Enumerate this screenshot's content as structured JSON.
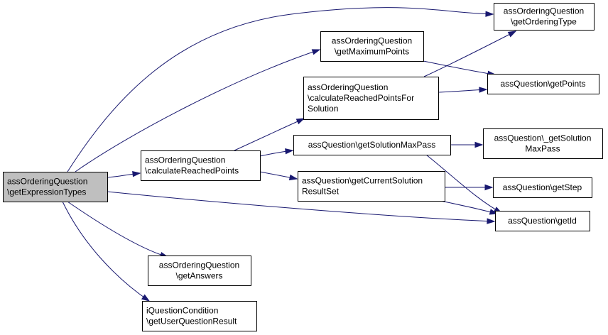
{
  "colors": {
    "edge": "#191970",
    "root_fill": "#bfbfbf",
    "node_fill": "#ffffff",
    "node_border": "#000000"
  },
  "nodes": {
    "root": {
      "lines": [
        "assOrderingQuestion",
        "\\getExpressionTypes"
      ]
    },
    "orderingType": {
      "lines": [
        "assOrderingQuestion",
        "\\getOrderingType"
      ]
    },
    "maxPoints": {
      "lines": [
        "assOrderingQuestion",
        "\\getMaximumPoints"
      ]
    },
    "calcForSol": {
      "lines": [
        "assOrderingQuestion",
        "\\calculateReachedPointsFor",
        "Solution"
      ]
    },
    "getPoints": {
      "lines": [
        "assQuestion\\getPoints"
      ]
    },
    "calcReached": {
      "lines": [
        "assOrderingQuestion",
        "\\calculateReachedPoints"
      ]
    },
    "solMaxPass": {
      "lines": [
        "assQuestion\\getSolutionMaxPass"
      ]
    },
    "uSolMaxPass": {
      "lines": [
        "assQuestion\\_getSolution",
        "MaxPass"
      ]
    },
    "curSolution": {
      "lines": [
        "assQuestion\\getCurrentSolution",
        "ResultSet"
      ]
    },
    "getStep": {
      "lines": [
        "assQuestion\\getStep"
      ]
    },
    "getId": {
      "lines": [
        "assQuestion\\getId"
      ]
    },
    "getAnswers": {
      "lines": [
        "assOrderingQuestion",
        "\\getAnswers"
      ]
    },
    "userResult": {
      "lines": [
        "iQuestionCondition",
        "\\getUserQuestionResult"
      ]
    }
  },
  "edges": [
    [
      "root",
      "orderingType"
    ],
    [
      "root",
      "maxPoints"
    ],
    [
      "root",
      "calcReached"
    ],
    [
      "root",
      "getId"
    ],
    [
      "root",
      "getAnswers"
    ],
    [
      "root",
      "userResult"
    ],
    [
      "maxPoints",
      "getPoints"
    ],
    [
      "calcForSol",
      "orderingType"
    ],
    [
      "calcForSol",
      "getPoints"
    ],
    [
      "calcReached",
      "calcForSol"
    ],
    [
      "calcReached",
      "solMaxPass"
    ],
    [
      "calcReached",
      "curSolution"
    ],
    [
      "solMaxPass",
      "uSolMaxPass"
    ],
    [
      "solMaxPass",
      "getId"
    ],
    [
      "curSolution",
      "getStep"
    ],
    [
      "curSolution",
      "getId"
    ]
  ]
}
